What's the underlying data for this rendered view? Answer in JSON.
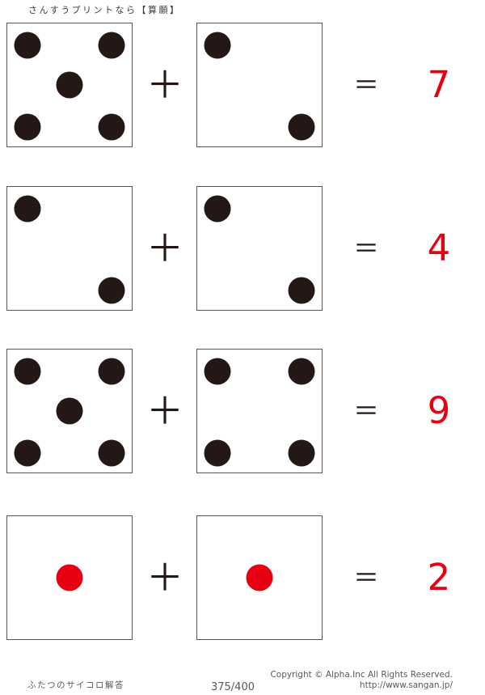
{
  "page": {
    "header_note": "さんすうプリントなら【算願】",
    "footer_left": "ふたつのサイコロ解答",
    "page_number": "375/400",
    "copyright_line1": "Copyright ©  Alpha.Inc All Rights Reserved.",
    "copyright_line2": "http://www.sangan.jp/"
  },
  "operators": {
    "plus_symbol": "＋",
    "equals_symbol": "＝"
  },
  "colors": {
    "pip_black": "#231815",
    "pip_red": "#e60012",
    "answer_red": "#e60012",
    "die_border_gray": "#595352",
    "footer_text_gray": "#595757"
  },
  "problems": [
    {
      "left_die": {
        "pips": 5,
        "pip_color": "#231815"
      },
      "right_die": {
        "pips": 2,
        "pip_color": "#231815"
      },
      "answer": "7"
    },
    {
      "left_die": {
        "pips": 2,
        "pip_color": "#231815"
      },
      "right_die": {
        "pips": 2,
        "pip_color": "#231815"
      },
      "answer": "4"
    },
    {
      "left_die": {
        "pips": 5,
        "pip_color": "#231815"
      },
      "right_die": {
        "pips": 4,
        "pip_color": "#231815"
      },
      "answer": "9"
    },
    {
      "left_die": {
        "pips": 1,
        "pip_color": "#e60012"
      },
      "right_die": {
        "pips": 1,
        "pip_color": "#e60012"
      },
      "answer": "2"
    }
  ]
}
